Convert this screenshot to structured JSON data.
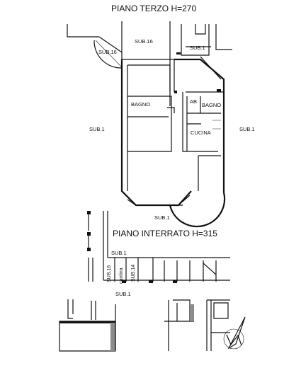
{
  "titles": {
    "upper_floor": "PIANO TERZO H=270",
    "basement": "PIANO INTERRATO H=315"
  },
  "rooms": {
    "bagno_main": "BAGNO",
    "ab": "AB",
    "bagno_small": "BAGNO",
    "cucina": "CUCINA",
    "cantina": "cantina"
  },
  "subunits": {
    "sub16_top": "SUB.16",
    "sub16_left": "SUB.16",
    "sub1_top_right": "SUB.1",
    "sub1_left": "SUB.1",
    "sub1_right": "SUB.1",
    "sub1_bottom": "SUB.1",
    "sub1_basement": "SUB.1",
    "sub16_vertical": "SUB.16",
    "sub14_vertical": "SUB.14",
    "sub1_basement_lower": "SUB.1"
  },
  "icons": {
    "north_arrow": "north-arrow-icon"
  }
}
